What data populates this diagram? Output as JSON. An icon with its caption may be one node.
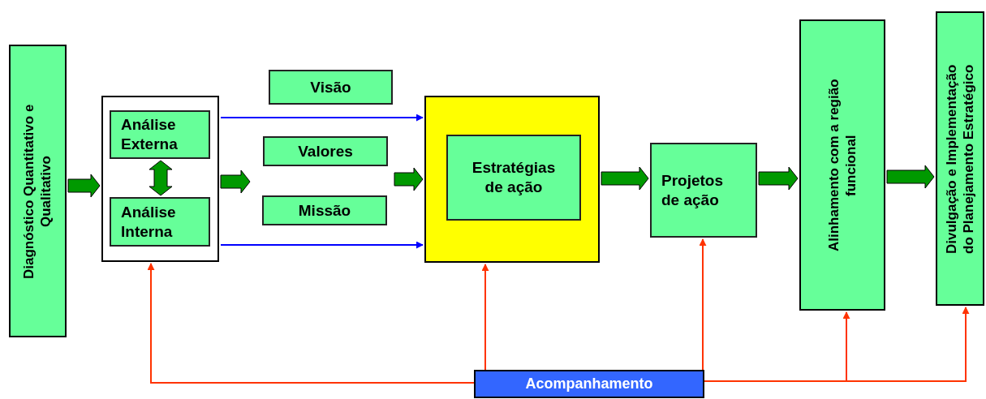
{
  "diagram": {
    "nodes": [
      {
        "text": [
          "Diagnóstico Quantitativo e Qualitativo"
        ]
      },
      {
        "text": [],
        "shape": "box"
      },
      {
        "text": [
          "Análise Externa"
        ],
        "in": 1
      },
      {
        "text": [
          "Análise Interna"
        ],
        "in": 1
      },
      {
        "text": [
          "Visão"
        ]
      },
      {
        "text": [
          "Valores"
        ]
      },
      {
        "text": [
          "Missão"
        ]
      },
      {
        "text": [],
        "shape": "box"
      },
      {
        "text": [
          "Estratégias de ação"
        ],
        "in": 7
      },
      {
        "text": [
          "Projetos de ação"
        ]
      },
      {
        "text": [
          "Alinhamento com a região funcional"
        ]
      },
      {
        "text": [
          "Divulgação e Implementação do Planejamento Estratégico"
        ]
      },
      {
        "text": [
          "Acompanhamento"
        ]
      }
    ],
    "edges": [
      {
        "from": 0,
        "to": 1,
        "arrow": "to",
        "style": "thick"
      },
      {
        "from": 1,
        "to": null,
        "arrow": "to",
        "style": "thick"
      },
      {
        "from": 2,
        "to": 3,
        "arrow": "both",
        "style": "thick"
      },
      {
        "from": null,
        "to": 7,
        "arrow": "to",
        "style": "thick"
      },
      {
        "from": 1,
        "to": 7,
        "arrow": "to",
        "color": "#0000ff"
      },
      {
        "from": 1,
        "to": 7,
        "arrow": "to",
        "color": "#0000ff"
      },
      {
        "from": 7,
        "to": 9,
        "arrow": "to",
        "style": "thick"
      },
      {
        "from": 9,
        "to": 10,
        "arrow": "to",
        "style": "thick"
      },
      {
        "from": 10,
        "to": 11,
        "arrow": "to",
        "style": "thick"
      },
      {
        "from": 12,
        "to": 1,
        "arrow": "to",
        "color": "#ff3300"
      },
      {
        "from": 12,
        "to": 7,
        "arrow": "to",
        "color": "#ff3300"
      },
      {
        "from": 12,
        "to": 9,
        "arrow": "to",
        "color": "#ff3300"
      },
      {
        "from": 12,
        "to": 10,
        "arrow": "to",
        "color": "#ff3300"
      },
      {
        "from": 12,
        "to": 11,
        "arrow": "to",
        "color": "#ff3300"
      }
    ]
  }
}
